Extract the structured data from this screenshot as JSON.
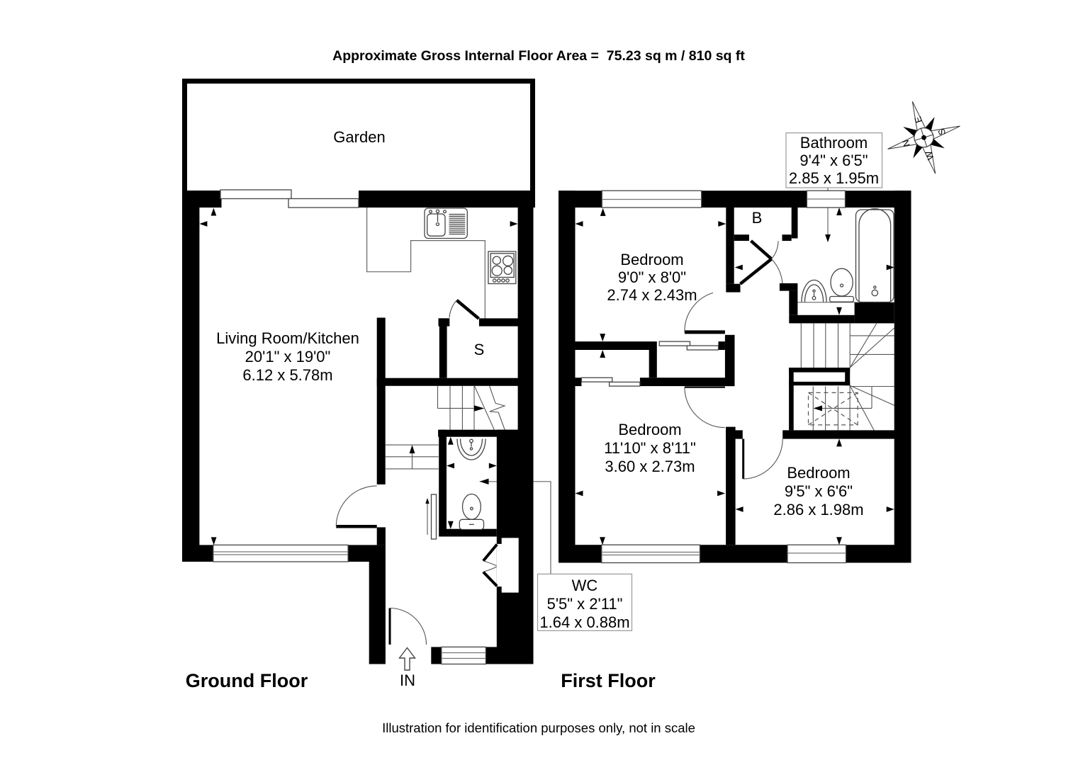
{
  "title": "Approximate Gross Internal Floor Area =  75.23 sq m / 810 sq ft",
  "footer_note": "Illustration for identification purposes only, not in scale",
  "ground_floor": {
    "label": "Ground Floor",
    "garden_label": "Garden",
    "living_room_kitchen": {
      "name": "Living Room/Kitchen",
      "imperial": "20'1\" x 19'0\"",
      "metric": "6.12 x 5.78m"
    },
    "storage_label": "S",
    "entrance_label": "IN",
    "wc": {
      "name": "WC",
      "imperial": "5'5\" x 2'11\"",
      "metric": "1.64 x 0.88m"
    }
  },
  "first_floor": {
    "label": "First Floor",
    "bedroom_1": {
      "name": "Bedroom",
      "imperial": "9'0\" x 8'0\"",
      "metric": "2.74 x 2.43m"
    },
    "bedroom_2": {
      "name": "Bedroom",
      "imperial": "11'10\" x 8'11\"",
      "metric": "3.60 x 2.73m"
    },
    "bedroom_3": {
      "name": "Bedroom",
      "imperial": "9'5\" x 6'6\"",
      "metric": "2.86 x 1.98m"
    },
    "bathroom": {
      "name": "Bathroom",
      "imperial": "9'4\" x 6'5\"",
      "metric": "2.85 x 1.95m"
    },
    "boiler_label": "B"
  },
  "compass": {
    "north": "N",
    "east": "E",
    "south": "S",
    "west": "W"
  },
  "colors": {
    "wall": "#000000",
    "thin_line": "#666666",
    "label_box_border": "#999999",
    "background": "#ffffff"
  }
}
